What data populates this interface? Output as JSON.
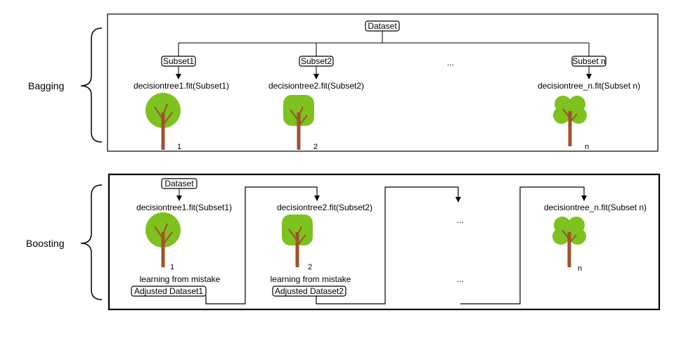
{
  "bagging": {
    "label": "Bagging",
    "dataset": "Dataset",
    "ellipsis": "...",
    "columns": [
      {
        "subset": "Subset1",
        "fit": "decisiontree1.fit(Subset1)",
        "number": "1"
      },
      {
        "subset": "Subset2",
        "fit": "decisiontree2.fit(Subset2)",
        "number": "2"
      },
      {
        "subset": "Subset n",
        "fit": "decisiontree_n.fit(Subset n)",
        "number": "n"
      }
    ]
  },
  "boosting": {
    "label": "Boosting",
    "dataset": "Dataset",
    "ellipsis_top": "...",
    "ellipsis_bottom": "...",
    "columns": [
      {
        "fit": "decisiontree1.fit(Subset1)",
        "number": "1",
        "learning": "learning from mistake",
        "adjusted": "Adjusted Dataset1"
      },
      {
        "fit": "decisiontree2.fit(Subset2)",
        "number": "2",
        "learning": "learning from mistake",
        "adjusted": "Adjusted Dataset2"
      },
      {
        "fit": "decisiontree_n.fit(Subset n)",
        "number": "n"
      }
    ]
  },
  "colors": {
    "foliage": "#7dc21e",
    "trunk": "#a0522d",
    "line": "#000000"
  }
}
